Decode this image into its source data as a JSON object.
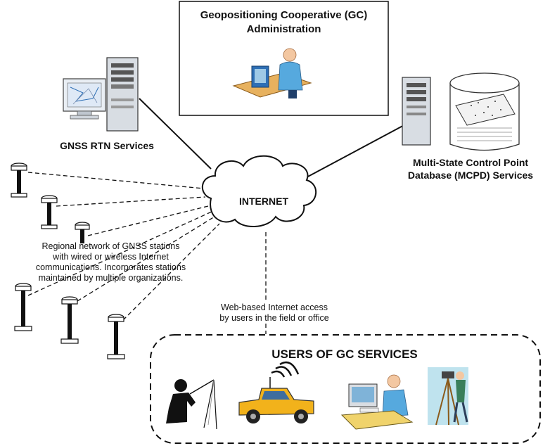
{
  "admin": {
    "title_line1": "Geopositioning Cooperative (GC)",
    "title_line2": "Administration"
  },
  "rtn": {
    "label": "GNSS RTN Services"
  },
  "mcpd": {
    "label_line1": "Multi-State Control Point",
    "label_line2": "Database (MCPD) Services"
  },
  "internet": {
    "label": "INTERNET"
  },
  "stations": {
    "note_line1": "Regional network of GNSS stations",
    "note_line2": "with wired or wireless Internet",
    "note_line3": "communications. Incorporates stations",
    "note_line4": "maintained by multiple organizations."
  },
  "access": {
    "note_line1": "Web-based Internet access",
    "note_line2": "by users in the field or office"
  },
  "users": {
    "title": "USERS OF GC SERVICES",
    "icons": [
      "surveyor-silhouette-icon",
      "pickup-truck-icon",
      "office-worker-icon",
      "tripod-surveyor-icon"
    ]
  },
  "colors": {
    "line": "#111111",
    "cloud_fill": "#ffffff",
    "monitor": "#9ec9e6",
    "truck": "#f2b21b",
    "person_shirt": "#56a9de",
    "desk": "#e7b15e",
    "survey_bg": "#bfe3ee"
  }
}
